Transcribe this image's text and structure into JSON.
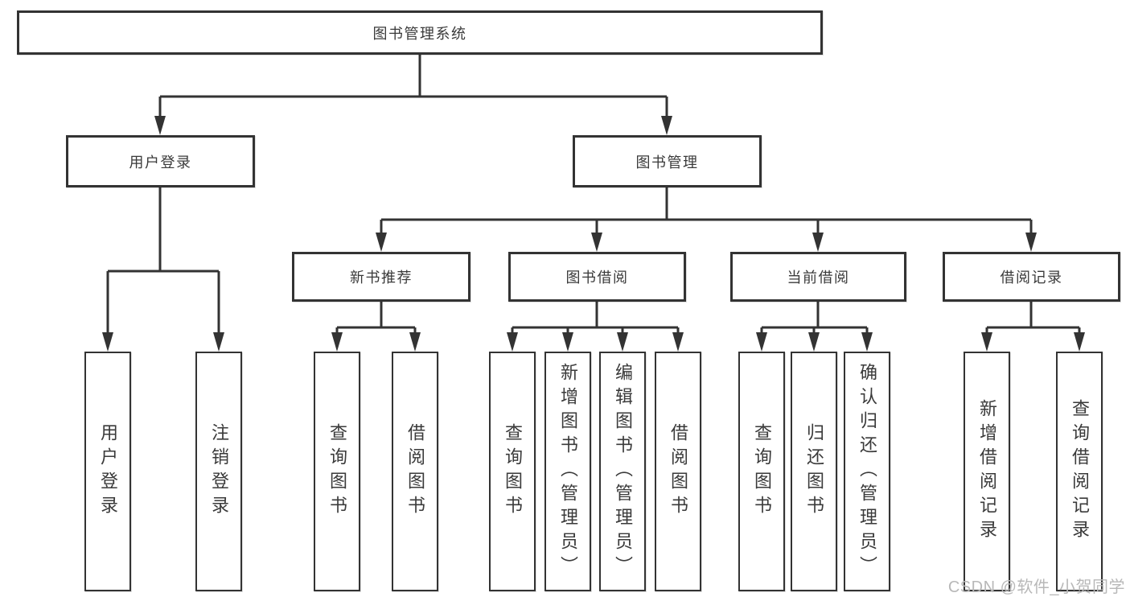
{
  "page": {
    "background": "#ffffff"
  },
  "colors": {
    "line": "#333333",
    "box_border": "#333333",
    "text": "#3a3a3a",
    "box_background": "#ffffff",
    "watermark": "#b8b8b8"
  },
  "diagram": {
    "title_node": {
      "label": "图书管理系统"
    },
    "level2": [
      {
        "label": "用户登录"
      },
      {
        "label": "图书管理"
      }
    ],
    "level3": [
      {
        "label": "新书推荐"
      },
      {
        "label": "图书借阅"
      },
      {
        "label": "当前借阅"
      },
      {
        "label": "借阅记录"
      }
    ],
    "leaves": [
      {
        "label": "用户登录"
      },
      {
        "label": "注销登录"
      },
      {
        "label": "查询图书"
      },
      {
        "label": "借阅图书"
      },
      {
        "label": "查询图书"
      },
      {
        "label": "新增图书（管理员）"
      },
      {
        "label": "编辑图书（管理员）"
      },
      {
        "label": "借阅图书"
      },
      {
        "label": "查询图书"
      },
      {
        "label": "归还图书"
      },
      {
        "label": "确认归还（管理员）"
      },
      {
        "label": "新增借阅记录"
      },
      {
        "label": "查询借阅记录"
      }
    ]
  },
  "watermark": {
    "text": "CSDN @软件_小贺同学"
  }
}
